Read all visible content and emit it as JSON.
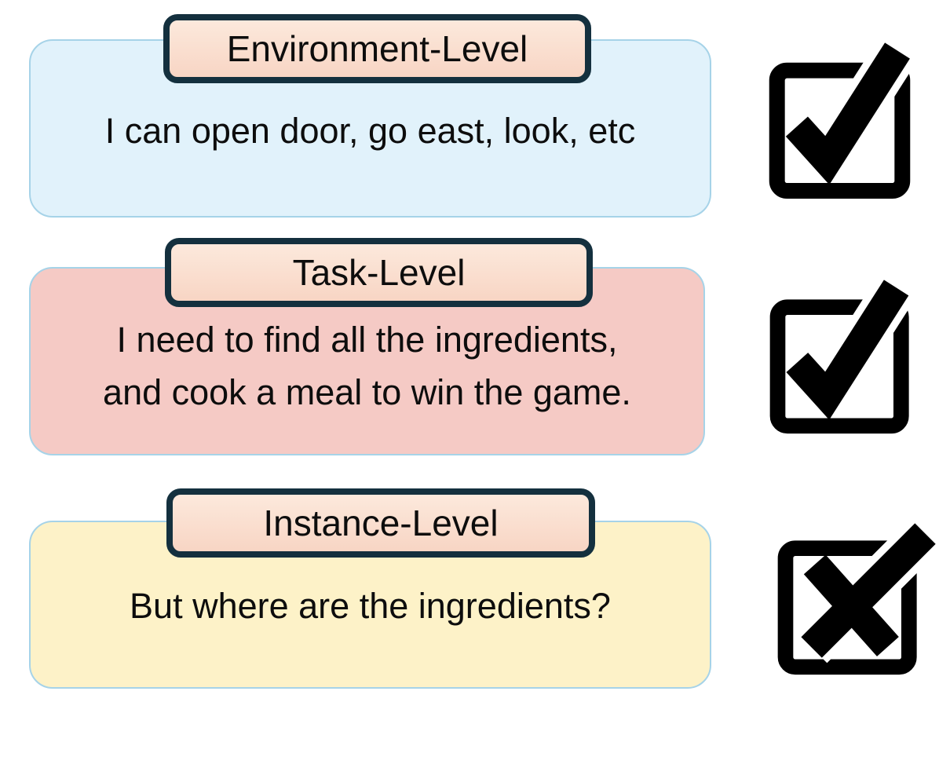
{
  "cards": [
    {
      "badge": "Environment-Level",
      "lines": [
        "I can open door, go east, look, etc"
      ],
      "fill": "#e1f2fb",
      "status": "checked",
      "status_icon": "checkbox-checked-icon"
    },
    {
      "badge": "Task-Level",
      "lines": [
        "I need to find all the ingredients,",
        "and cook a meal to win the game."
      ],
      "fill": "#f5cac5",
      "status": "checked",
      "status_icon": "checkbox-checked-icon"
    },
    {
      "badge": "Instance-Level",
      "lines": [
        "But where are the ingredients?"
      ],
      "fill": "#fdf2c8",
      "status": "crossed",
      "status_icon": "checkbox-crossed-icon"
    }
  ],
  "colors": {
    "background": "#ffffff",
    "card_border": "#a6d3e8",
    "card_fill_environment": "#e1f2fb",
    "card_fill_task": "#f5cac5",
    "card_fill_instance": "#fdf2c8",
    "badge_border": "#14303e",
    "badge_fill_top": "#fce9dc",
    "badge_fill_bottom": "#f8d5c4",
    "text": "#0d0d0d",
    "icon": "#000000"
  }
}
